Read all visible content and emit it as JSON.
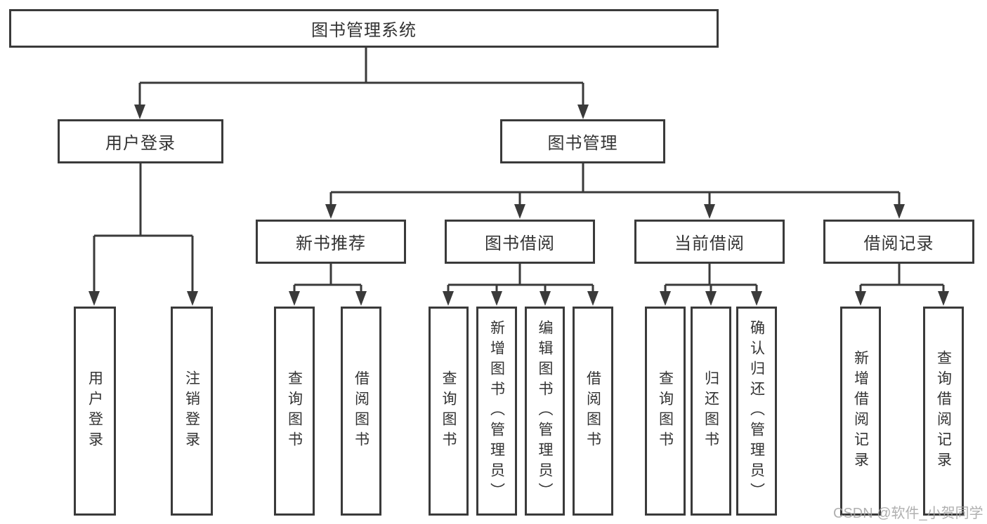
{
  "diagram": {
    "root": {
      "label": "图书管理系统"
    },
    "level2": {
      "user_login": {
        "label": "用户登录"
      },
      "book_mgmt": {
        "label": "图书管理"
      }
    },
    "level3": {
      "new_book_rec": {
        "label": "新书推荐"
      },
      "book_borrow": {
        "label": "图书借阅"
      },
      "current_borrow": {
        "label": "当前借阅"
      },
      "borrow_records": {
        "label": "借阅记录"
      }
    },
    "leaves": {
      "user_login": {
        "label": "用户登录"
      },
      "logout": {
        "label": "注销登录"
      },
      "query_books_1": {
        "label": "查询图书"
      },
      "borrow_books_1": {
        "label": "借阅图书"
      },
      "query_books_2": {
        "label": "查询图书"
      },
      "add_books": {
        "label": "新增图书（管理员）"
      },
      "edit_books": {
        "label": "编辑图书（管理员）"
      },
      "borrow_books_2": {
        "label": "借阅图书"
      },
      "query_books_3": {
        "label": "查询图书"
      },
      "return_books": {
        "label": "归还图书"
      },
      "confirm_return": {
        "label": "确认归还（管理员）"
      },
      "add_borrow_record": {
        "label": "新增借阅记录"
      },
      "query_borrow_record": {
        "label": "查询借阅记录"
      }
    }
  },
  "watermark": {
    "text": "CSDN @软件_小贺同学"
  },
  "colors": {
    "line": "#3a3a3a",
    "text": "#333333",
    "watermark": "#a3a3a3",
    "background": "#ffffff"
  }
}
